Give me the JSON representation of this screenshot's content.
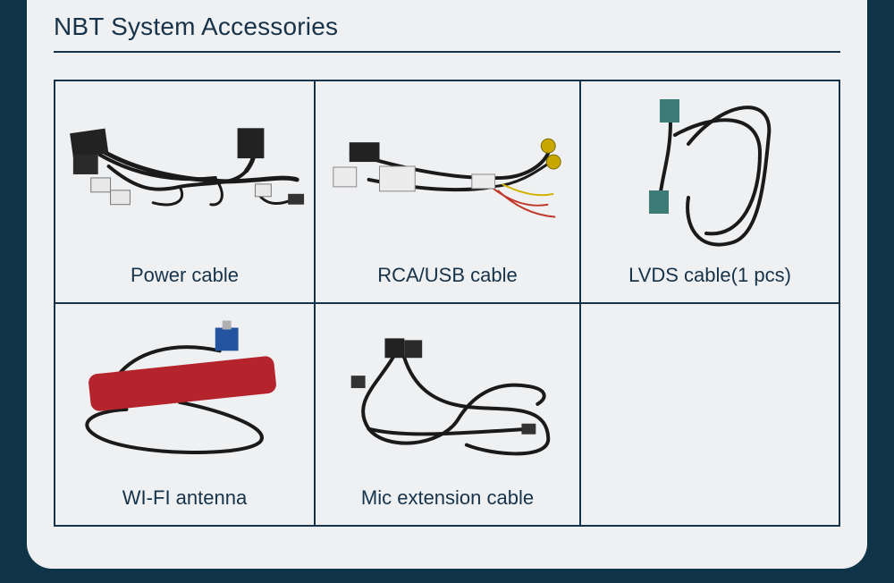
{
  "header": {
    "title": "NBT System Accessories"
  },
  "accessories": [
    {
      "label": "Power cable",
      "image": "power-cable-harness"
    },
    {
      "label": "RCA/USB cable",
      "image": "rca-usb-cable"
    },
    {
      "label": "LVDS cable(1 pcs)",
      "image": "lvds-cable"
    },
    {
      "label": "WI-FI antenna",
      "image": "wifi-antenna"
    },
    {
      "label": "Mic extension cable",
      "image": "mic-extension-cable"
    }
  ],
  "colors": {
    "background": "#0f3347",
    "card": "#eff0f2",
    "text": "#16334a",
    "antenna_body": "#b5232c"
  }
}
